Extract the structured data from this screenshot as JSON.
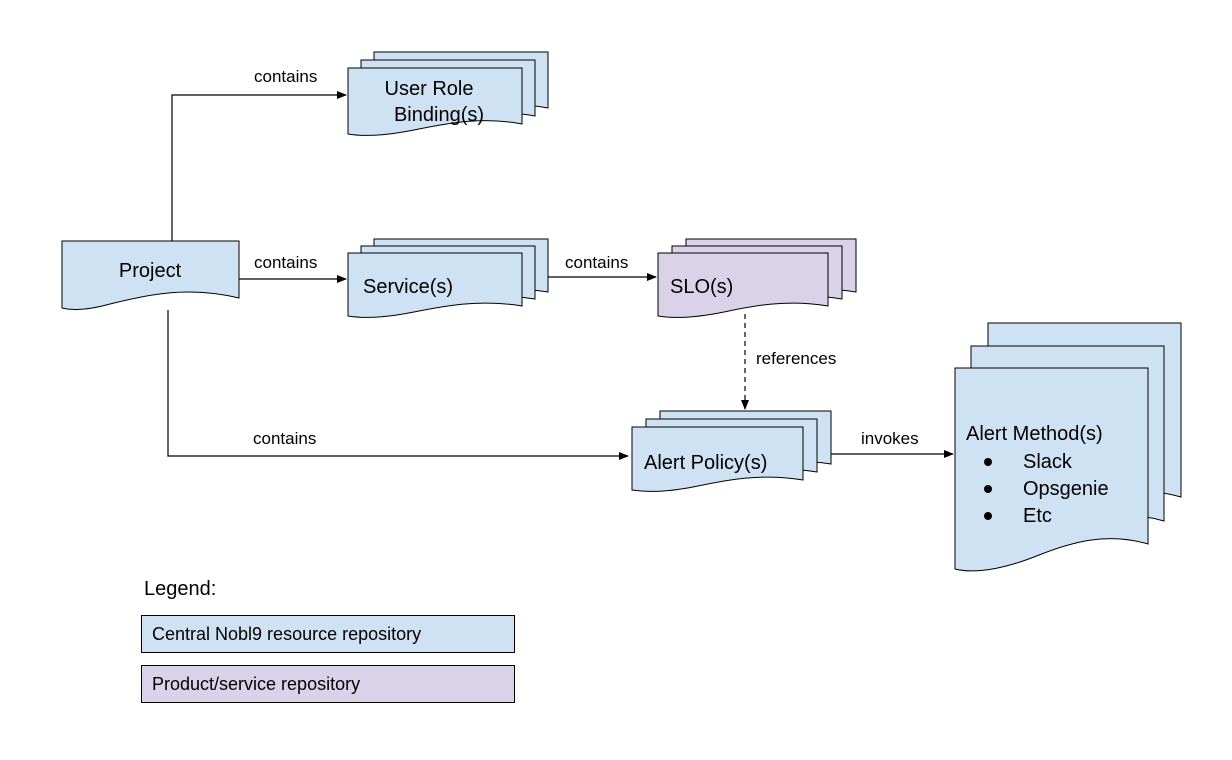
{
  "colors": {
    "central": "#cfe2f3",
    "product": "#d9d2e9",
    "stroke": "#000000"
  },
  "nodes": {
    "project": "Project",
    "user_role_binding_line1": "User Role",
    "user_role_binding_line2": "Binding(s)",
    "services": "Service(s)",
    "slos": "SLO(s)",
    "alert_policies": "Alert Policy(s)",
    "alert_methods": "Alert Method(s)",
    "alert_method_items": [
      "Slack",
      "Opsgenie",
      "Etc"
    ]
  },
  "edges": {
    "contains_urb": "contains",
    "contains_service": "contains",
    "contains_slo": "contains",
    "contains_alert_policy": "contains",
    "references": "references",
    "invokes": "invokes"
  },
  "legend": {
    "title": "Legend:",
    "central_label": "Central Nobl9 resource repository",
    "product_label": "Product/service repository"
  }
}
